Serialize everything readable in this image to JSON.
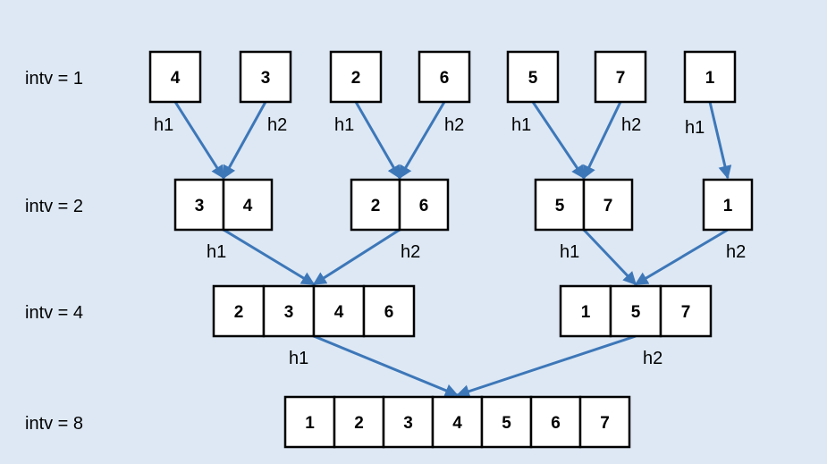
{
  "colors": {
    "background": "#dde8f4",
    "arrow": "#3d77b8",
    "cell_fill": "#ffffff",
    "cell_border": "#000000"
  },
  "rows": [
    {
      "label": "intv = 1",
      "groups": [
        {
          "values": [
            "4"
          ],
          "label": "h1"
        },
        {
          "values": [
            "3"
          ],
          "label": "h2"
        },
        {
          "values": [
            "2"
          ],
          "label": "h1"
        },
        {
          "values": [
            "6"
          ],
          "label": "h2"
        },
        {
          "values": [
            "5"
          ],
          "label": "h1"
        },
        {
          "values": [
            "7"
          ],
          "label": "h2"
        },
        {
          "values": [
            "1"
          ],
          "label": "h1"
        }
      ]
    },
    {
      "label": "intv = 2",
      "groups": [
        {
          "values": [
            "3",
            "4"
          ],
          "label": "h1"
        },
        {
          "values": [
            "2",
            "6"
          ],
          "label": "h2"
        },
        {
          "values": [
            "5",
            "7"
          ],
          "label": "h1"
        },
        {
          "values": [
            "1"
          ],
          "label": "h2"
        }
      ]
    },
    {
      "label": "intv = 4",
      "groups": [
        {
          "values": [
            "2",
            "3",
            "4",
            "6"
          ],
          "label": "h1"
        },
        {
          "values": [
            "1",
            "5",
            "7"
          ],
          "label": "h2"
        }
      ]
    },
    {
      "label": "intv = 8",
      "groups": [
        {
          "values": [
            "1",
            "2",
            "3",
            "4",
            "5",
            "6",
            "7"
          ]
        }
      ]
    }
  ]
}
